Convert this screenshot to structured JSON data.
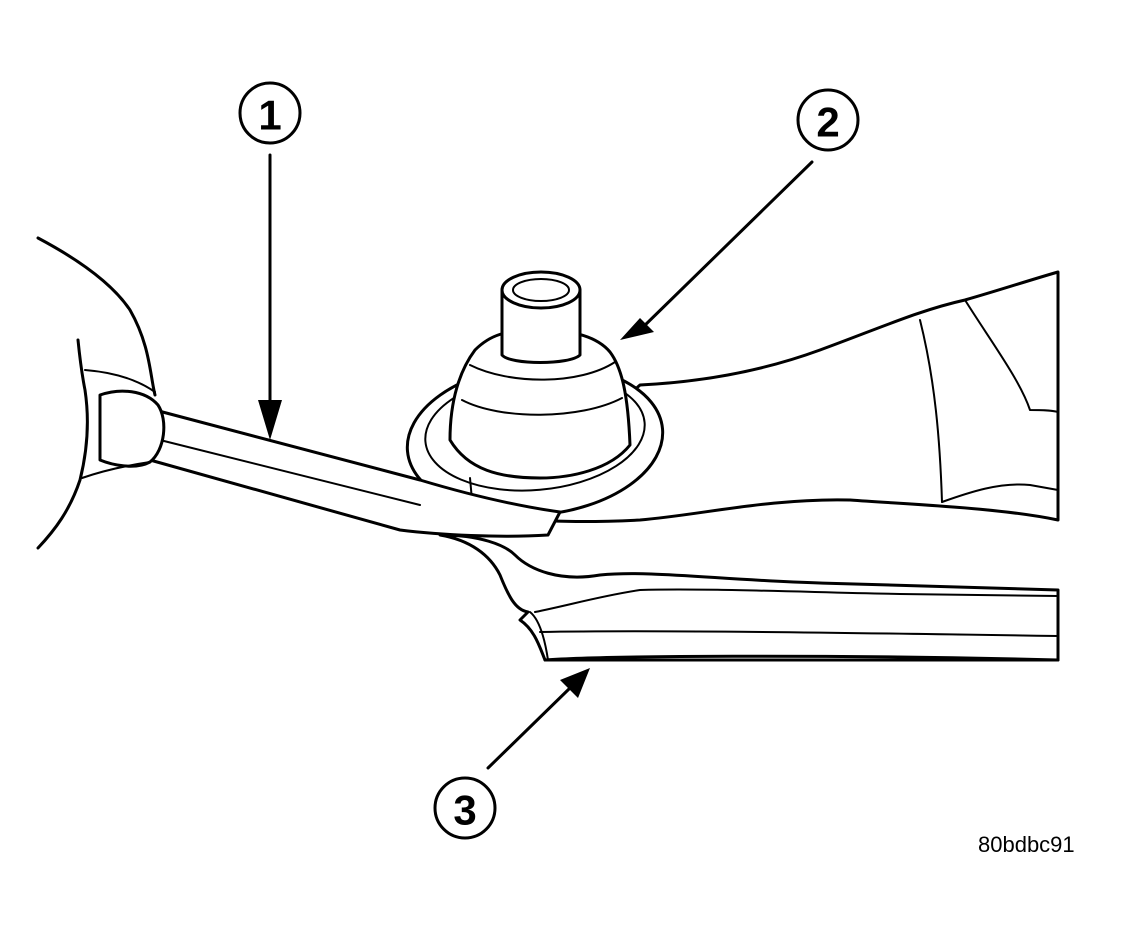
{
  "callouts": [
    {
      "id": "1",
      "label": "1"
    },
    {
      "id": "2",
      "label": "2"
    },
    {
      "id": "3",
      "label": "3"
    }
  ],
  "figure_id": "80bdbc91"
}
